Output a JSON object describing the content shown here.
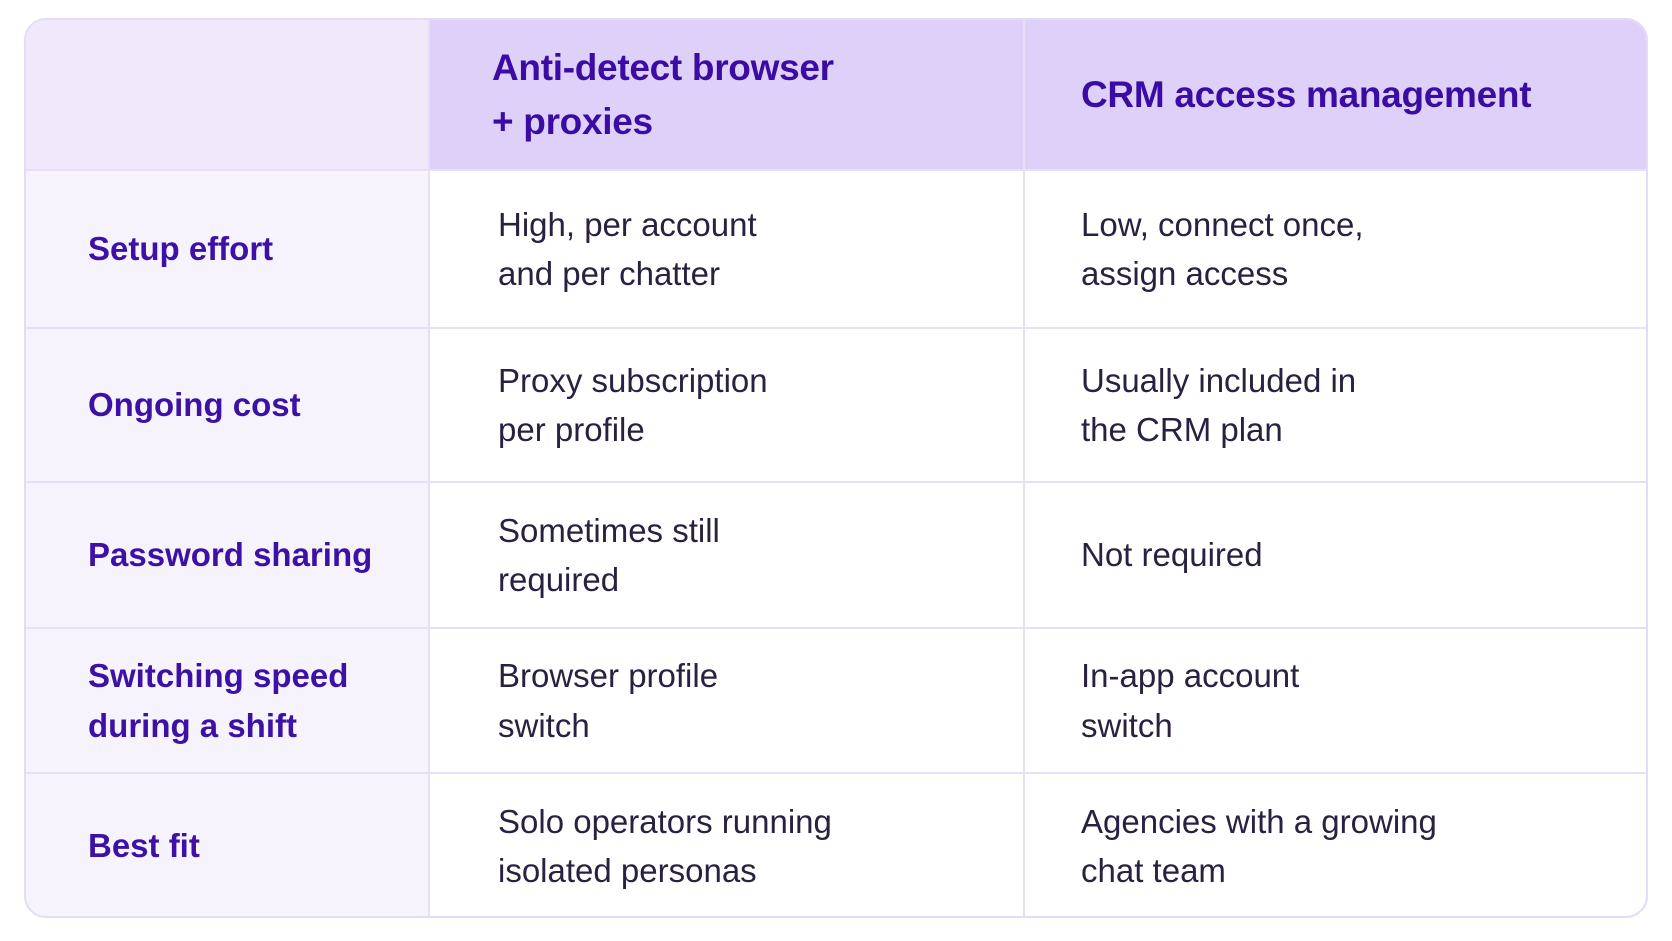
{
  "table": {
    "header": {
      "corner": "",
      "col_a": "Anti-detect browser + proxies",
      "col_b": "CRM access management"
    },
    "rows": [
      {
        "label": "Setup effort",
        "a": "High, per account and per chatter",
        "b": "Low, connect once, assign access"
      },
      {
        "label": "Ongoing cost",
        "a": "Proxy subscription per profile",
        "b": "Usually included in the CRM plan"
      },
      {
        "label": "Password sharing",
        "a": "Sometimes still required",
        "b": "Not required"
      },
      {
        "label": "Switching speed during a shift",
        "a": "Browser profile switch",
        "b": "In-app account switch"
      },
      {
        "label": "Best fit",
        "a": "Solo operators running isolated personas",
        "b": "Agencies with a growing chat team"
      }
    ]
  },
  "colors": {
    "header_bg": "#dfd0f9",
    "label_bg": "#f7f3fd",
    "accent_text": "#3a0ca3",
    "body_text": "#2a2040",
    "border": "#e6e0f5"
  }
}
